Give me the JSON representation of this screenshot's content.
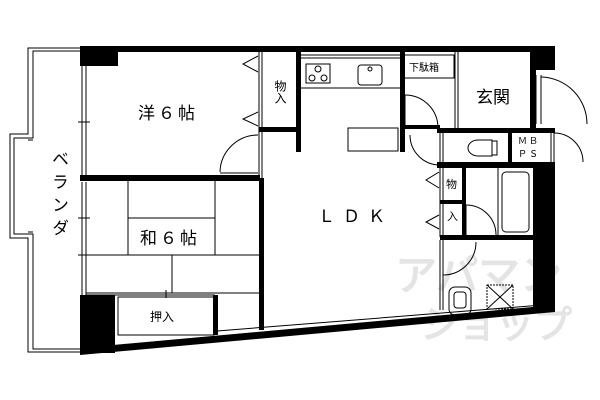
{
  "floor_plan": {
    "rooms": {
      "western_room": "洋６帖",
      "japanese_room": "和６帖",
      "ldk": "ＬＤＫ",
      "entrance": "玄関",
      "veranda": "ベランダ",
      "closet_top": "物入",
      "closet_oshiire": "押入",
      "closet_side_top": "物",
      "closet_side_bottom": "入",
      "shoe_box": "下駄箱",
      "mbps_top": "ＭＢ",
      "mbps_bottom": "ＰＳ"
    },
    "watermark": {
      "line1": "アパマン",
      "line2": "ショップ"
    },
    "colors": {
      "wall": "#000000",
      "background": "#ffffff",
      "watermark": "#e4e4e4"
    }
  }
}
